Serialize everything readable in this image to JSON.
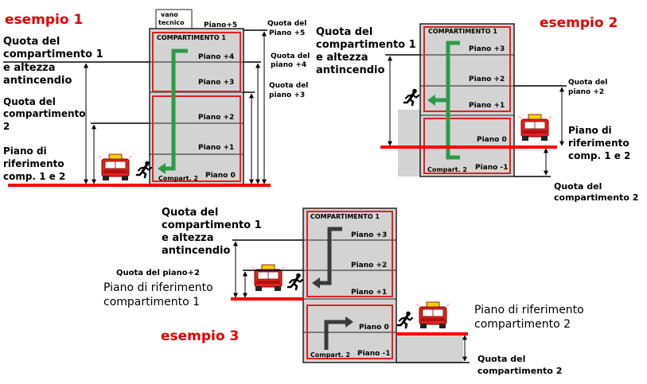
{
  "colors": {
    "building": "#d3d3d3",
    "outline": "#222222",
    "compartment": "#e02020",
    "ground": "#ff0000",
    "route1": "#2e9a48",
    "route3": "#3a3a3a",
    "title": "#e00000"
  },
  "icons": {
    "truck": "fire-truck-icon",
    "runner": "running-person-icon"
  },
  "example1": {
    "title": "esempio 1",
    "vano_tecnico_line1": "vano",
    "vano_tecnico_line2": "tecnico",
    "compartment1": "COMPARTIMENTO 1",
    "compartment2": "Compart. 2",
    "floors": [
      "Piano+5",
      "Piano +4",
      "Piano +3",
      "Piano +2",
      "Piano +1",
      "Piano 0"
    ],
    "left_quota_comp1": [
      "Quota del",
      "compartimento 1",
      "e altezza",
      "antincendio"
    ],
    "left_quota_comp2": [
      "Quota del",
      "compartimento",
      "2"
    ],
    "left_reference": [
      "Piano di",
      "riferimento",
      "comp. 1 e 2"
    ],
    "right_quota_5": [
      "Quota del",
      "Piano +5"
    ],
    "right_quota_4": [
      "Quota del",
      "piano +4"
    ],
    "right_quota_3": [
      "Quota del",
      "piano +3"
    ]
  },
  "example2": {
    "title": "esempio 2",
    "compartment1": "COMPARTIMENTO 1",
    "compartment2": "Compart. 2",
    "floors": [
      "Piano +3",
      "Piano +2",
      "Piano +1",
      "Piano 0",
      "Piano -1"
    ],
    "left_quota_comp1": [
      "Quota del",
      "compartimento 1",
      "e altezza",
      "antincendio"
    ],
    "right_quota_2": [
      "Quota del",
      "piano +2"
    ],
    "right_reference": [
      "Piano di",
      "riferimento",
      "comp. 1 e 2"
    ],
    "right_quota_comp2": [
      "Quota del",
      "compartimento 2"
    ]
  },
  "example3": {
    "title": "esempio 3",
    "compartment1": "COMPARTIMENTO 1",
    "compartment2": "Compart. 2",
    "floors": [
      "Piano +3",
      "Piano +2",
      "Piano +1",
      "Piano 0",
      "Piano -1"
    ],
    "left_quota_comp1": [
      "Quota del",
      "compartimento 1",
      "e altezza",
      "antincendio"
    ],
    "left_quota_2": "Quota del piano+2",
    "left_reference": [
      "Piano di riferimento",
      "compartimento 1"
    ],
    "right_reference": [
      "Piano di riferimento",
      "compartimento 2"
    ],
    "right_quota_comp2": [
      "Quota del",
      "compartimento 2"
    ]
  }
}
